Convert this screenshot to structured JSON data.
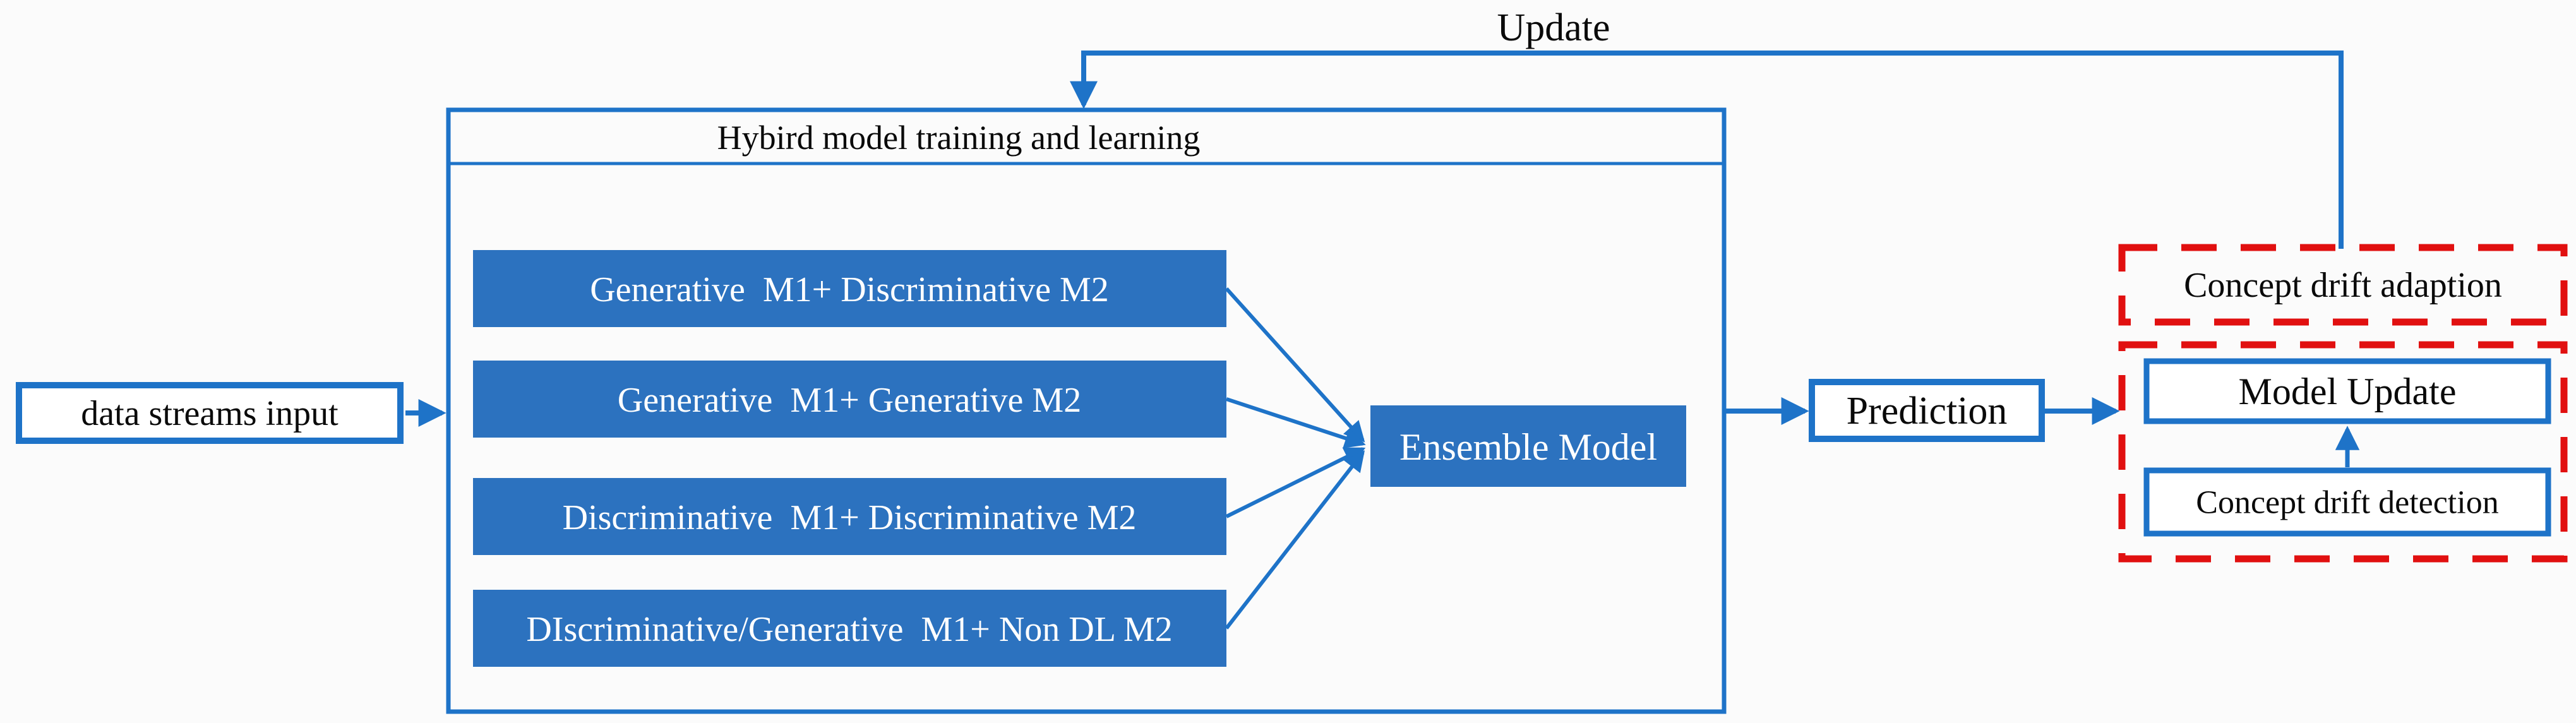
{
  "diagram": {
    "update_label": "Update",
    "container": {
      "title": "Hybird model training and learning"
    },
    "input_box": {
      "label": "data streams input"
    },
    "model_boxes": [
      {
        "label": "Generative  M1+ Discriminative M2"
      },
      {
        "label": "Generative  M1+ Generative M2"
      },
      {
        "label": "Discriminative  M1+ Discriminative M2"
      },
      {
        "label": "DIscriminative/Generative  M1+ Non DL M2"
      }
    ],
    "ensemble_box": {
      "label": "Ensemble Model"
    },
    "prediction_box": {
      "label": "Prediction"
    },
    "adaption": {
      "title": "Concept drift adaption",
      "model_update_label": "Model Update",
      "drift_detection_label": "Concept drift detection"
    },
    "colors": {
      "blue_line": "#1E73C8",
      "blue_fill": "#2C72BF",
      "red_dashed": "#E11010",
      "text_dark": "#0A0A0A",
      "text_light": "#FFFFFF",
      "background": "#FBFBFB"
    }
  }
}
